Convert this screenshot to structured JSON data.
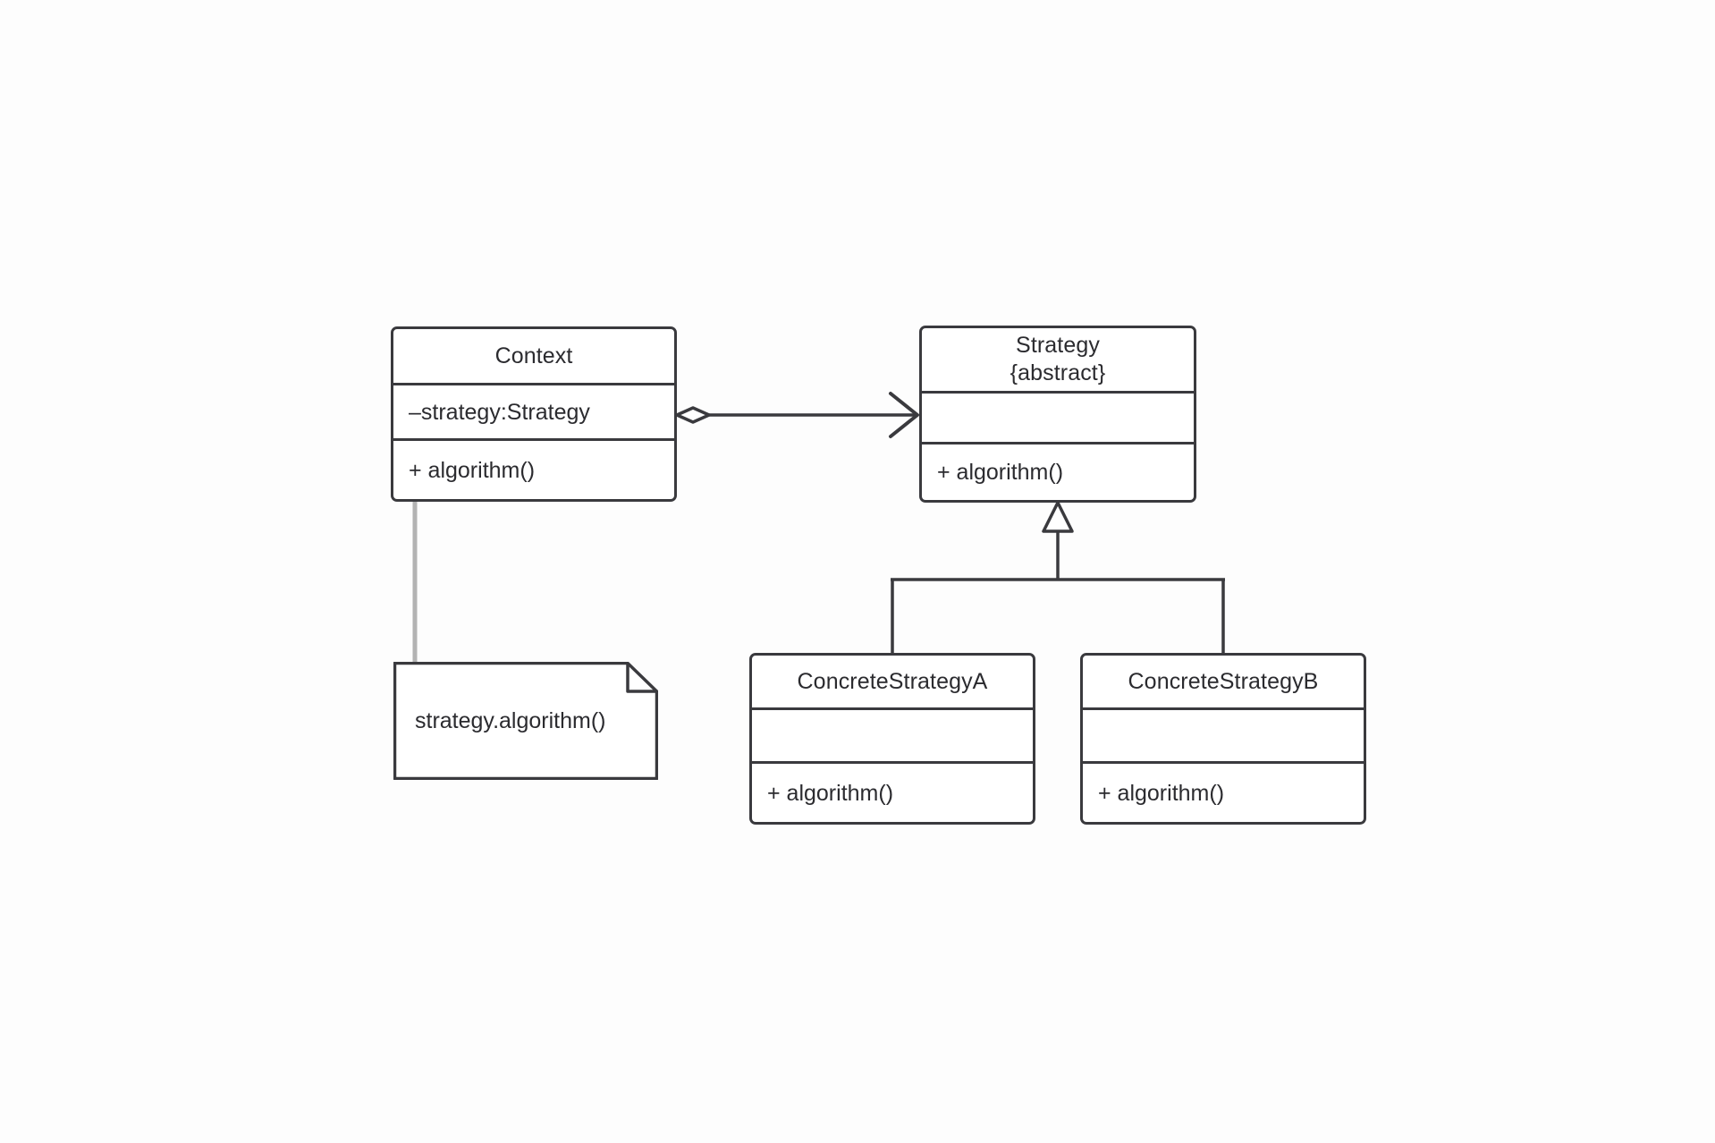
{
  "diagram": {
    "title": "Strategy Pattern UML Class Diagram",
    "background_color": "#fdfdfd",
    "line_color": "#3a3a3e",
    "note_link_color": "#b3b3b3",
    "text_color": "#2b2b2f"
  },
  "classes": {
    "context": {
      "name": "Context",
      "attributes": [
        "–strategy:Strategy"
      ],
      "operations": [
        "+ algorithm()"
      ]
    },
    "strategy": {
      "name": "Strategy",
      "stereotype": "{abstract}",
      "attributes": [
        ""
      ],
      "operations": [
        "+ algorithm()"
      ]
    },
    "concrete_a": {
      "name": "ConcreteStrategyA",
      "attributes": [
        ""
      ],
      "operations": [
        "+ algorithm()"
      ]
    },
    "concrete_b": {
      "name": "ConcreteStrategyB",
      "attributes": [
        ""
      ],
      "operations": [
        "+ algorithm()"
      ]
    }
  },
  "note": {
    "text": "strategy.algorithm()"
  },
  "relationships": [
    {
      "id": "context-to-strategy",
      "type": "aggregation",
      "source": "Context",
      "target": "Strategy",
      "source_decoration": "hollow-diamond",
      "target_decoration": "open-arrow"
    },
    {
      "id": "concretea-to-strategy",
      "type": "generalization",
      "source": "ConcreteStrategyA",
      "target": "Strategy",
      "target_decoration": "hollow-triangle"
    },
    {
      "id": "concreteb-to-strategy",
      "type": "generalization",
      "source": "ConcreteStrategyB",
      "target": "Strategy",
      "target_decoration": "hollow-triangle"
    },
    {
      "id": "note-to-context",
      "type": "note-anchor",
      "source": "strategy.algorithm()",
      "target": "Context"
    }
  ]
}
